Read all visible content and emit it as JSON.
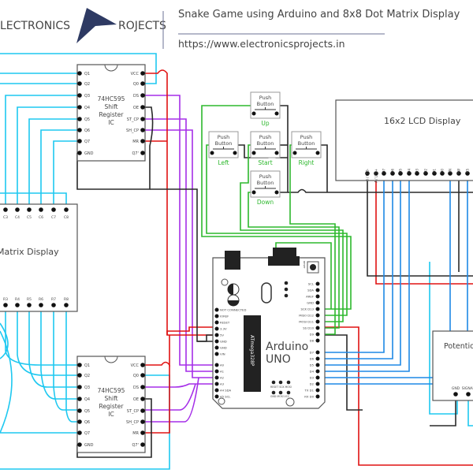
{
  "header": {
    "logo_left": "LECTRONICS",
    "logo_right": "ROJECTS",
    "title": "Snake Game using Arduino and 8x8 Dot Matrix Display",
    "url": "https://www.electronicsprojects.in",
    "logo_color": "#2e3a63"
  },
  "shift_register": {
    "label_lines": [
      "74HC595",
      "Shift",
      "Register",
      "IC"
    ],
    "left_pins": [
      "Q1",
      "Q2",
      "Q3",
      "Q4",
      "Q5",
      "Q6",
      "Q7",
      "GND"
    ],
    "right_pins": [
      "VCC",
      "Q0",
      "DS",
      "OE",
      "ST_CP",
      "SH_CP",
      "MR",
      "Q7'"
    ]
  },
  "matrix": {
    "label": "Matrix Display",
    "top_pins": [
      "C3",
      "C4",
      "C5",
      "C6",
      "C7",
      "C8"
    ],
    "bottom_pins": [
      "R3",
      "R4",
      "R5",
      "R6",
      "R7",
      "R8"
    ]
  },
  "buttons": [
    {
      "label": "Push Button",
      "name": "Up"
    },
    {
      "label": "Push Button",
      "name": "Left"
    },
    {
      "label": "Push Button",
      "name": "Start"
    },
    {
      "label": "Push Button",
      "name": "Right"
    },
    {
      "label": "Push Button",
      "name": "Down"
    }
  ],
  "lcd": {
    "label": "16x2 LCD Display",
    "pins": [
      "B / LED-",
      "A / LED+",
      "D7",
      "D6",
      "D5",
      "D4",
      "D3",
      "D2",
      "D1",
      "D0",
      "EN",
      "RW",
      "RS"
    ]
  },
  "arduino": {
    "name_line1": "Arduino",
    "name_line2": "UNO",
    "chip": "ATmega328P",
    "reset": "RESET",
    "left_pins": [
      "NOT CONNECTED",
      "IOREF",
      "RESET",
      "3.3V",
      "5V",
      "GND",
      "GND",
      "VIN",
      "A0",
      "A1",
      "A2",
      "A3",
      "A4 SDA",
      "A5 SCL"
    ],
    "right_pins": [
      "SCL",
      "SDA",
      "AREF",
      "GND",
      "SCK D13",
      "MISO D12",
      "MOSI D11",
      "SS D10",
      "D9",
      "D8",
      "D7",
      "D6",
      "D5",
      "D4",
      "D3",
      "D2",
      "TX D1",
      "RX D0"
    ],
    "icsp_top": [
      "RESET SCK MOSI",
      "GND MOSI VCC"
    ]
  },
  "potentiometer": {
    "label": "Potentiometer",
    "pins": [
      "GND",
      "SIGNAL"
    ]
  },
  "wire_colors": {
    "matrix": "#1ec8f0",
    "lcd_data": "#1e88e5",
    "buttons": "#2db82d",
    "shift_control": "#a52ee8",
    "power": "#e01212",
    "ground": "#2a2a2a"
  }
}
